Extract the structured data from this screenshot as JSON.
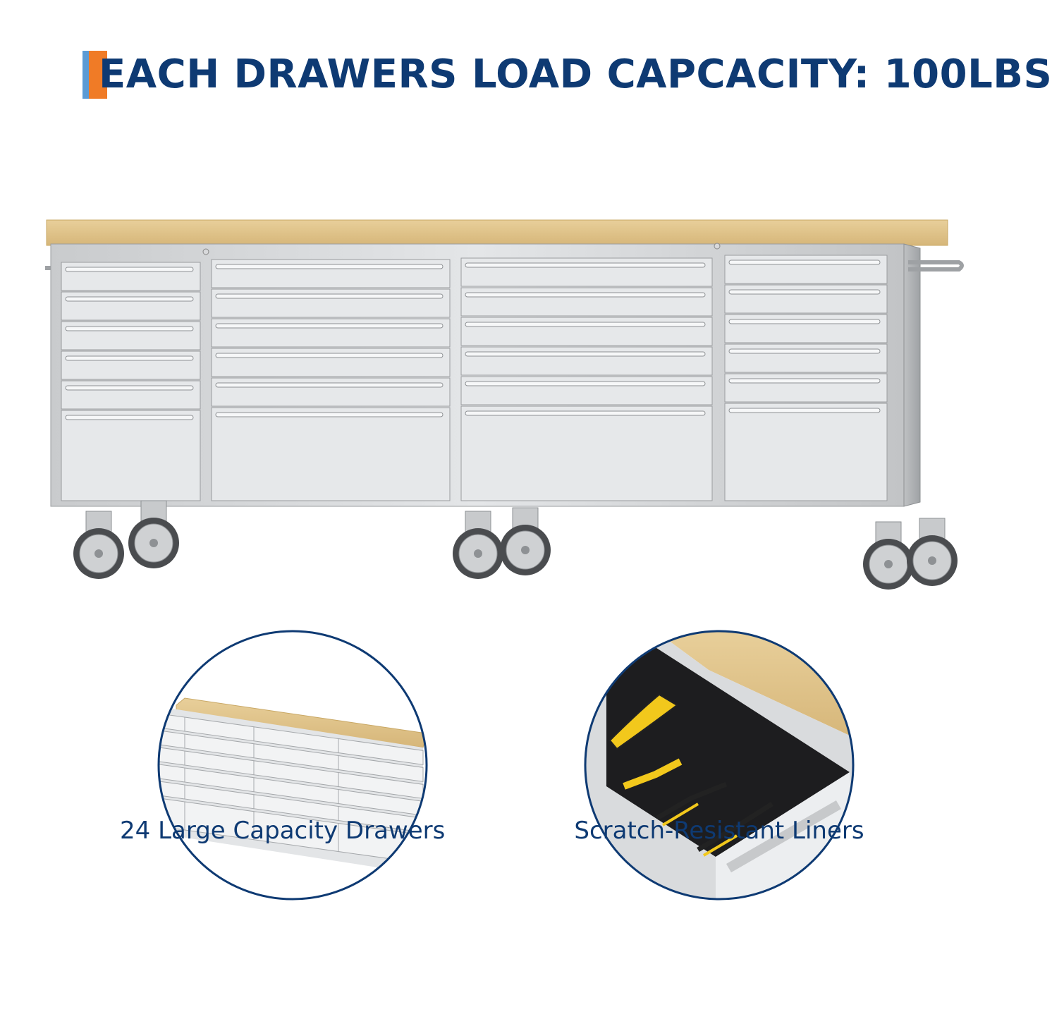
{
  "header": {
    "title": "EACH DRAWERS LOAD CAPCACITY: 100LBS",
    "accent_colors": [
      "#5b9bd5",
      "#f07b26"
    ],
    "title_color": "#0e3a73"
  },
  "product": {
    "image": "stainless-steel-rolling-workbench",
    "columns": [
      {
        "drawers": 6
      },
      {
        "drawers": 6
      },
      {
        "drawers": 6
      },
      {
        "drawers": 6
      }
    ]
  },
  "details": [
    {
      "image": "drawer-array-closeup",
      "caption": "24 Large Capacity Drawers"
    },
    {
      "image": "open-drawer-liner-closeup",
      "caption": "Scratch-Resistant Liners"
    }
  ]
}
